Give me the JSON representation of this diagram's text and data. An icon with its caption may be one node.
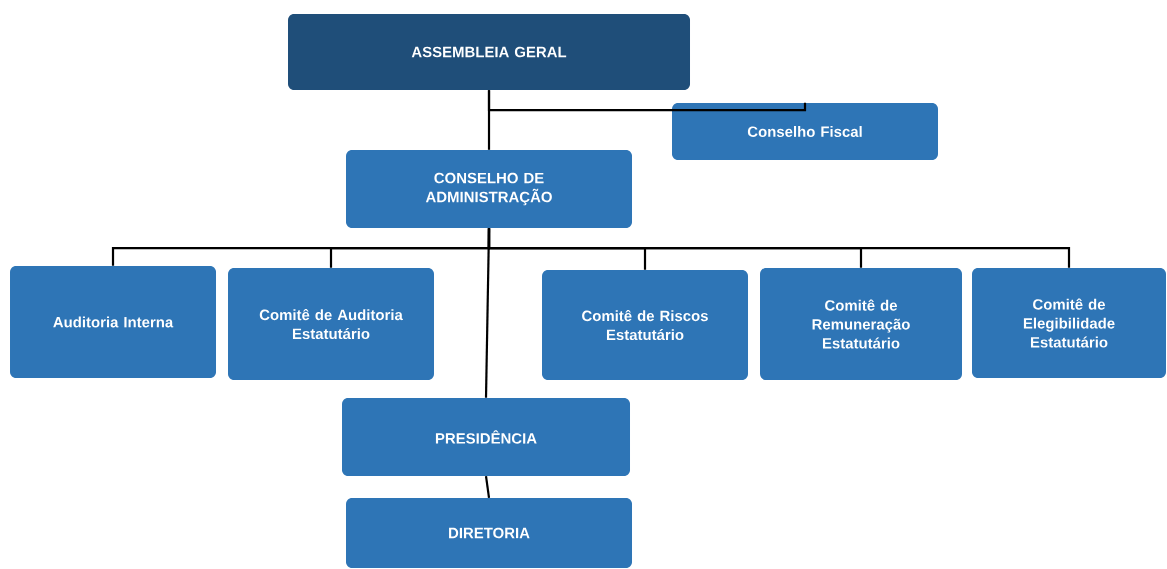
{
  "diagram": {
    "nodes": [
      {
        "text": [
          "ASSEMBLEIA GERAL"
        ]
      },
      {
        "text": [
          "Conselho Fiscal"
        ]
      },
      {
        "text": [
          "CONSELHO DE ADMINISTRAÇÃO"
        ]
      },
      {
        "text": [
          "Auditoria Interna"
        ]
      },
      {
        "text": [
          "Comitê de Auditoria Estatutário"
        ]
      },
      {
        "text": [
          "Comitê de Riscos Estatutário"
        ]
      },
      {
        "text": [
          "Comitê de Remuneração Estatutário"
        ]
      },
      {
        "text": [
          "Comitê de Elegibilidade Estatutário"
        ]
      },
      {
        "text": [
          "PRESIDÊNCIA"
        ]
      },
      {
        "text": [
          "DIRETORIA"
        ]
      }
    ],
    "edges": [
      {
        "from": 0,
        "to": 1,
        "arrow": "none"
      },
      {
        "from": 0,
        "to": 2,
        "arrow": "none"
      },
      {
        "from": 2,
        "to": 3,
        "arrow": "none"
      },
      {
        "from": 2,
        "to": 4,
        "arrow": "none"
      },
      {
        "from": 2,
        "to": 5,
        "arrow": "none"
      },
      {
        "from": 2,
        "to": 6,
        "arrow": "none"
      },
      {
        "from": 2,
        "to": 7,
        "arrow": "none"
      },
      {
        "from": 2,
        "to": 8,
        "arrow": "none"
      },
      {
        "from": 8,
        "to": 9,
        "arrow": "none"
      }
    ]
  }
}
